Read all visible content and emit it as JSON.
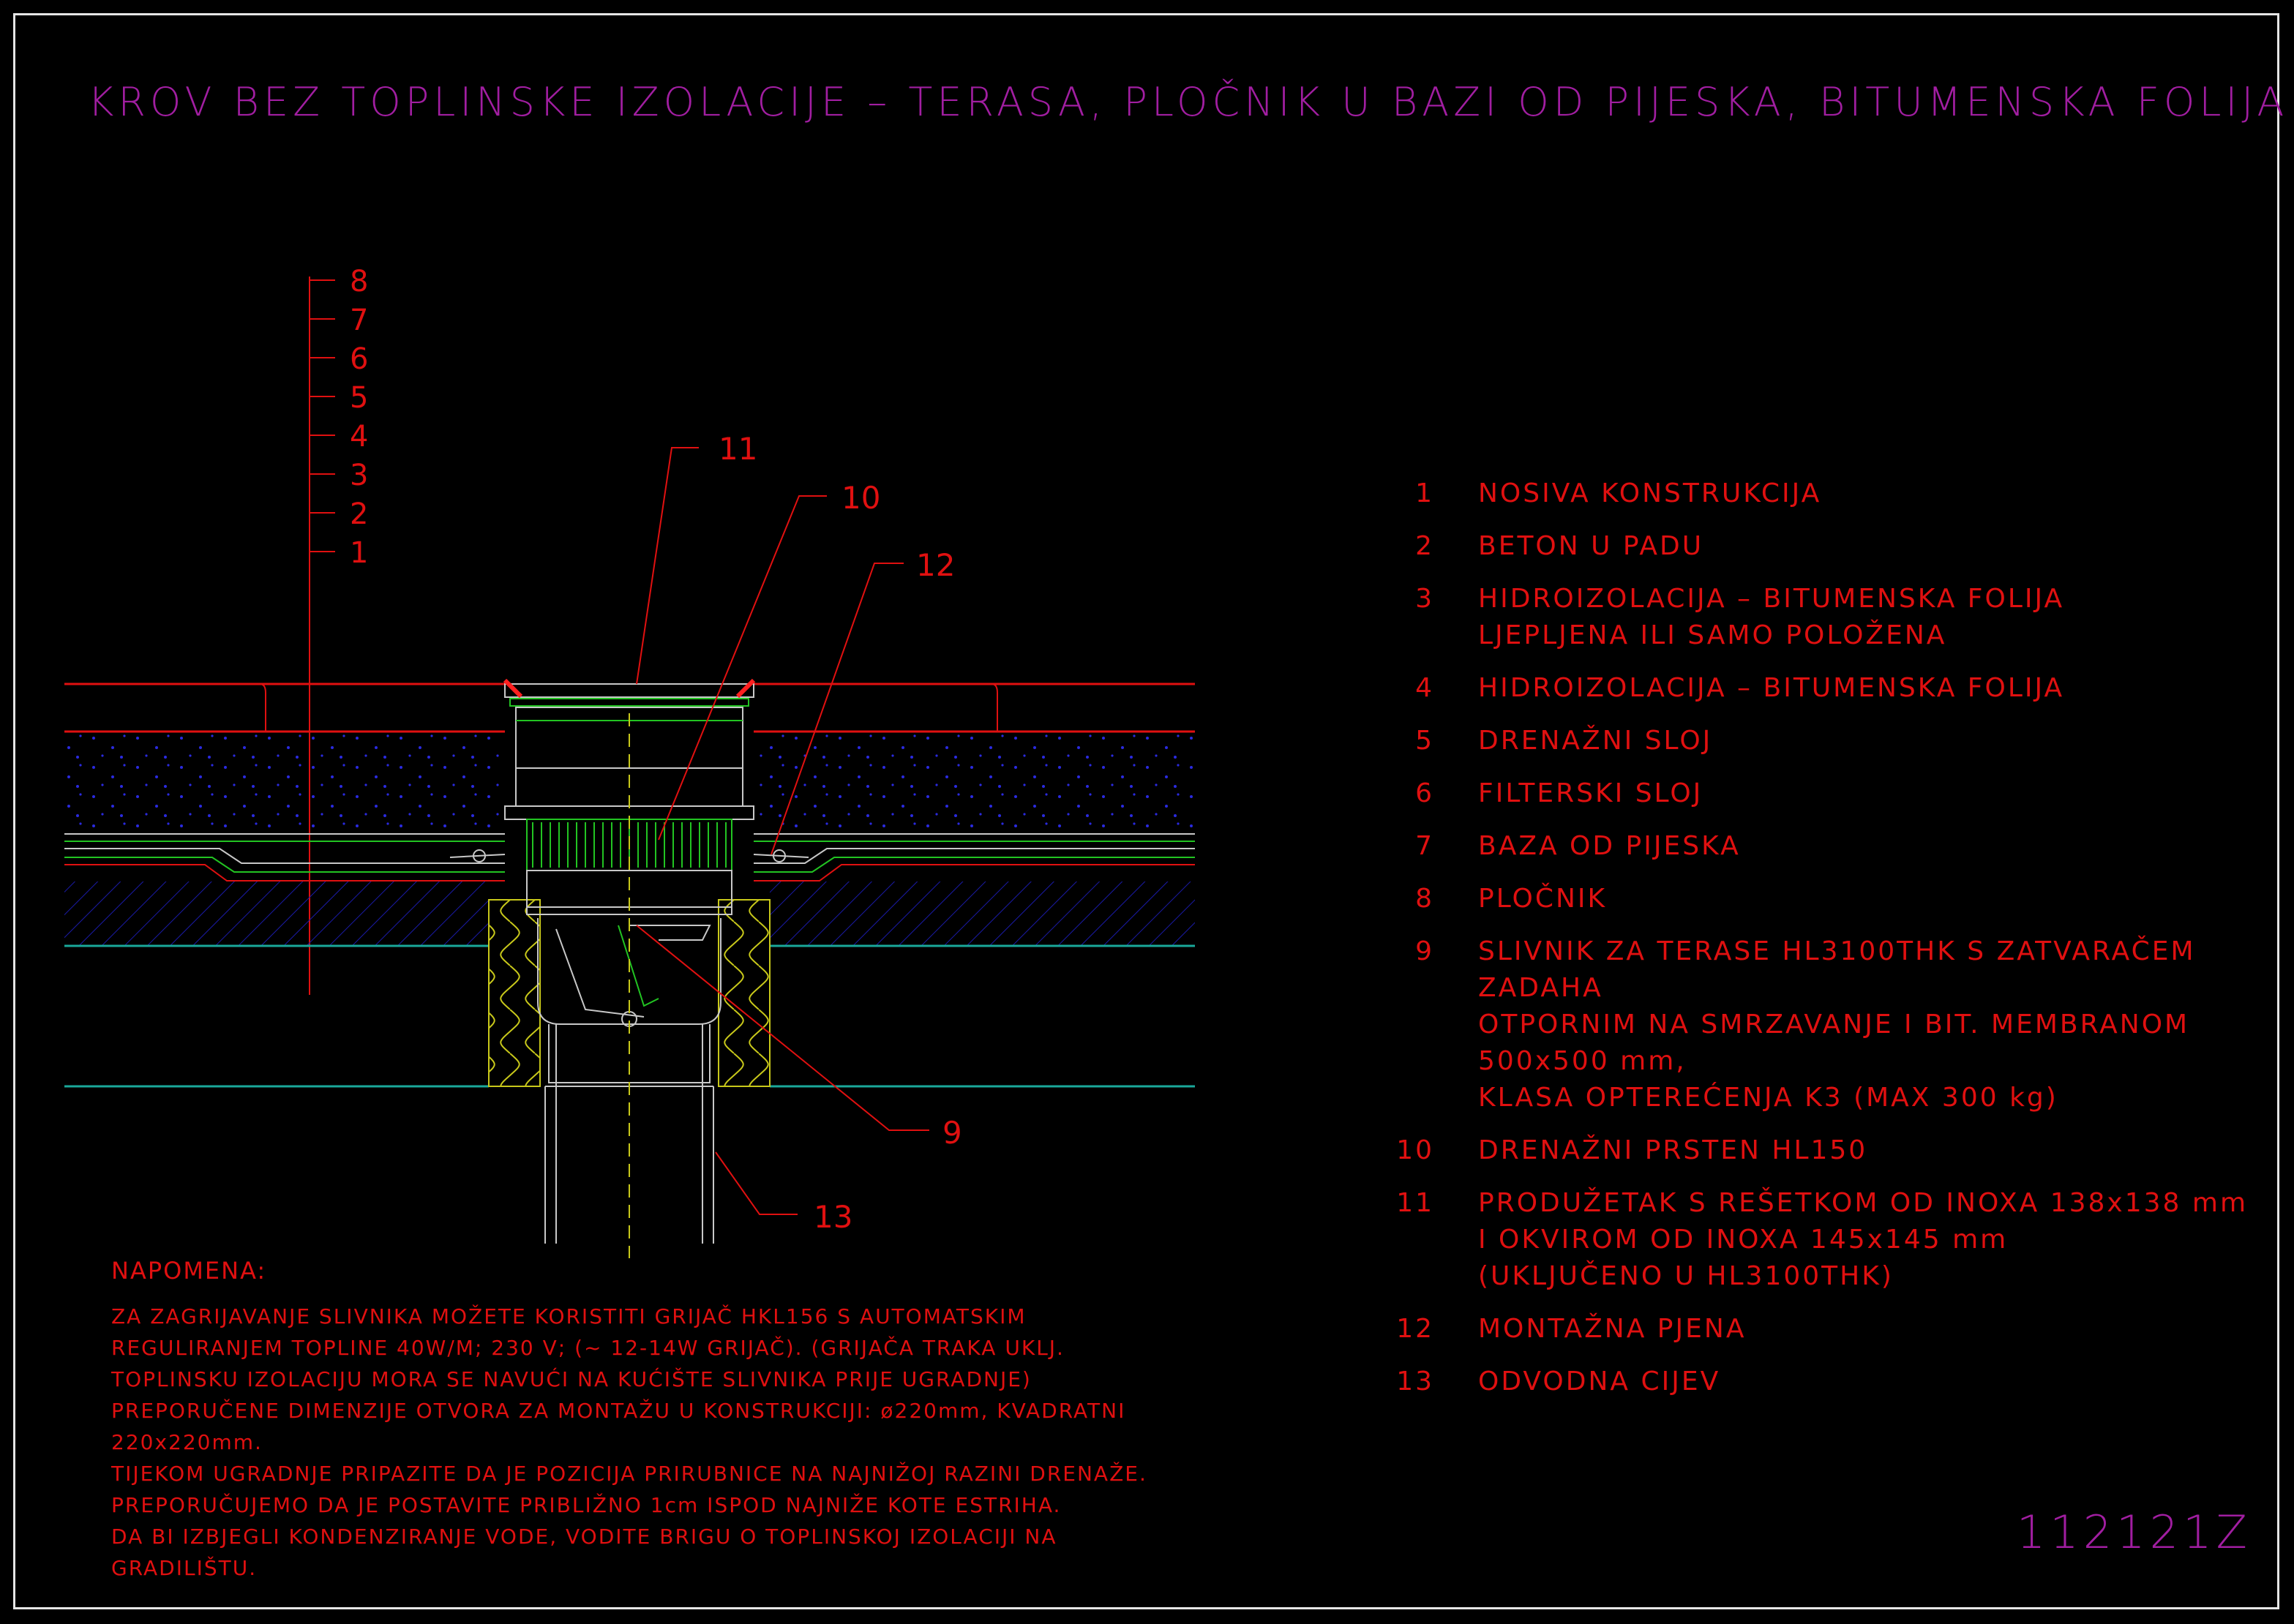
{
  "title": "KROV BEZ TOPLINSKE IZOLACIJE – TERASA, PLOČNIK U BAZI OD PIJESKA, BITUMENSKA FOLIJA",
  "drawing_code": "112121Z",
  "layer_scale": [
    "8",
    "7",
    "6",
    "5",
    "4",
    "3",
    "2",
    "1"
  ],
  "callouts": [
    "11",
    "10",
    "12",
    "9",
    "13"
  ],
  "legend": [
    {
      "num": "1",
      "lines": [
        "NOSIVA KONSTRUKCIJA"
      ]
    },
    {
      "num": "2",
      "lines": [
        "BETON U PADU"
      ]
    },
    {
      "num": "3",
      "lines": [
        "HIDROIZOLACIJA – BITUMENSKA FOLIJA",
        "LJEPLJENA ILI SAMO POLOŽENA"
      ]
    },
    {
      "num": "4",
      "lines": [
        "HIDROIZOLACIJA – BITUMENSKA FOLIJA"
      ]
    },
    {
      "num": "5",
      "lines": [
        "DRENAŽNI SLOJ"
      ]
    },
    {
      "num": "6",
      "lines": [
        "FILTERSKI SLOJ"
      ]
    },
    {
      "num": "7",
      "lines": [
        "BAZA OD PIJESKA"
      ]
    },
    {
      "num": "8",
      "lines": [
        "PLOČNIK"
      ]
    },
    {
      "num": "9",
      "lines": [
        "SLIVNIK ZA TERASE HL3100THK S ZATVARAČEM ZADAHA",
        "OTPORNIM NA SMRZAVANJE I BIT. MEMBRANOM 500x500 mm,",
        "KLASA OPTEREĆENJA K3 (MAX 300 kg)"
      ]
    },
    {
      "num": "10",
      "lines": [
        "DRENAŽNI PRSTEN HL150"
      ]
    },
    {
      "num": "11",
      "lines": [
        "PRODUŽETAK S REŠETKOM OD INOXA 138x138 mm",
        "I OKVIROM OD INOXA 145x145 mm",
        "(UKLJUČENO U HL3100THK)"
      ]
    },
    {
      "num": "12",
      "lines": [
        "MONTAŽNA PJENA"
      ]
    },
    {
      "num": "13",
      "lines": [
        "ODVODNA CIJEV"
      ]
    }
  ],
  "notes": {
    "title": "NAPOMENA:",
    "lines": [
      "ZA ZAGRIJAVANJE SLIVNIKA MOŽETE KORISTITI GRIJAČ HKL156 S AUTOMATSKIM",
      "REGULIRANJEM TOPLINE 40W/M; 230 V;  (~ 12-14W GRIJAČ). (GRIJAČA TRAKA UKLJ.",
      "TOPLINSKU IZOLACIJU MORA SE NAVUĆI NA KUĆIŠTE SLIVNIKA PRIJE UGRADNJE)",
      "PREPORUČENE DIMENZIJE OTVORA ZA MONTAŽU U KONSTRUKCIJI: ø220mm, KVADRATNI",
      "220x220mm.",
      "TIJEKOM UGRADNJE PRIPAZITE DA JE POZICIJA PRIRUBNICE NA NAJNIŽOJ RAZINI DRENAŽE.",
      "PREPORUČUJEMO DA JE POSTAVITE PRIBLIŽNO 1cm ISPOD NAJNIŽE KOTE ESTRIHA.",
      "DA BI IZBJEGLI KONDENZIRANJE VODE, VODITE BRIGU O TOPLINSKOJ IZOLACIJI NA",
      "GRADILIŠTU."
    ]
  },
  "colors": {
    "background": "#000000",
    "title": "#a11ea1",
    "text": "#e01010",
    "concrete_hatch": "#1a1aa8",
    "drain": "#ffffff",
    "drainage_ring": "#22c422",
    "insulation": "#c8c81a",
    "membrane": "#22c422",
    "base_line": "#1aa89a"
  }
}
